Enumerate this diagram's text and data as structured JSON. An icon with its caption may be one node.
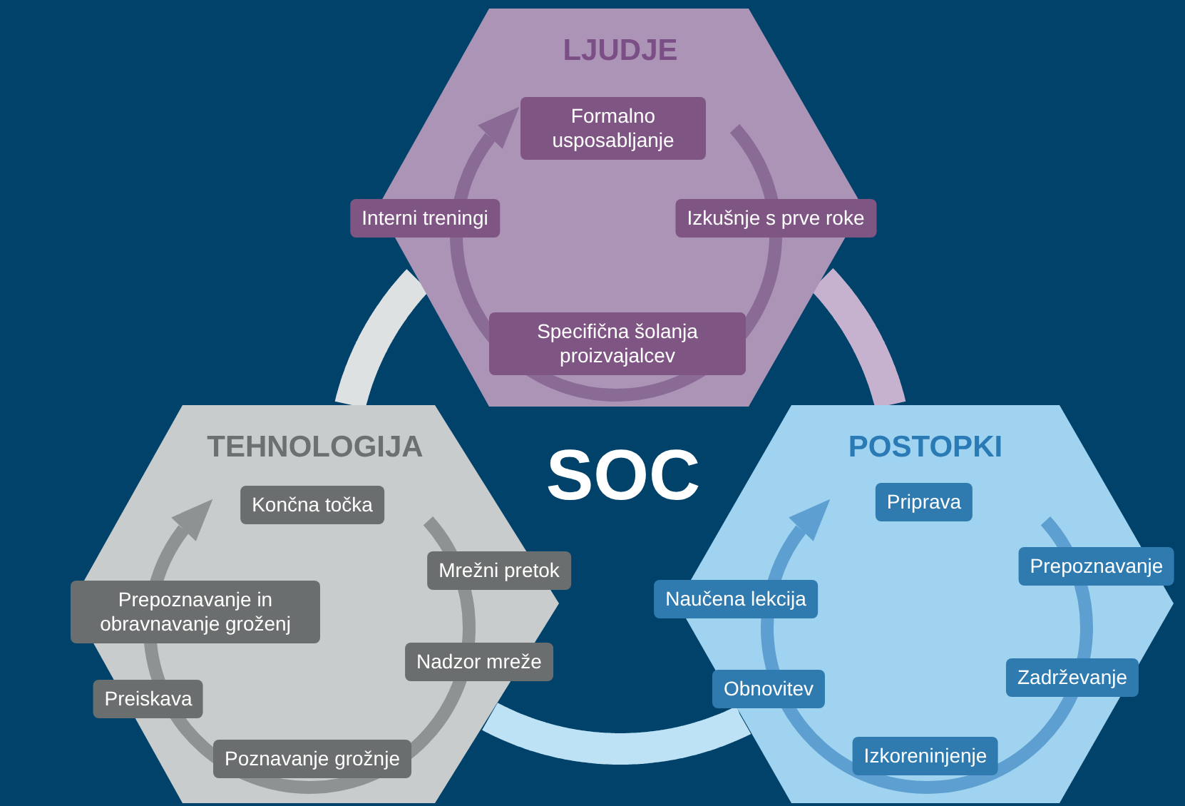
{
  "diagram": {
    "nodes": [
      {
        "text": [
          "LJUDJE"
        ]
      },
      {
        "text": [
          "Formalno usposabljanje"
        ],
        "in": 0
      },
      {
        "text": [
          "Interni treningi"
        ],
        "in": 0
      },
      {
        "text": [
          "Izkušnje s prve roke"
        ],
        "in": 0
      },
      {
        "text": [
          "Specifična šolanja proizvajalcev"
        ],
        "in": 0
      },
      {
        "text": [
          "TEHNOLOGIJA"
        ]
      },
      {
        "text": [
          "Končna točka"
        ],
        "in": 5
      },
      {
        "text": [
          "Mrežni pretok"
        ],
        "in": 5
      },
      {
        "text": [
          "Prepoznavanje in obravnavanje groženj"
        ],
        "in": 5
      },
      {
        "text": [
          "Nadzor mreže"
        ],
        "in": 5
      },
      {
        "text": [
          "Preiskava"
        ],
        "in": 5
      },
      {
        "text": [
          "Poznavanje grožnje"
        ],
        "in": 5
      },
      {
        "text": [
          "POSTOPKI"
        ]
      },
      {
        "text": [
          "Priprava"
        ],
        "in": 12
      },
      {
        "text": [
          "Prepoznavanje"
        ],
        "in": 12
      },
      {
        "text": [
          "Naučena lekcija"
        ],
        "in": 12
      },
      {
        "text": [
          "Zadrževanje"
        ],
        "in": 12
      },
      {
        "text": [
          "Obnovitev"
        ],
        "in": 12
      },
      {
        "text": [
          "Izkoreninjenje"
        ],
        "in": 12
      }
    ],
    "edges": [
      {
        "from": 0,
        "to": 5,
        "arrow": "none",
        "color": "#dde1e2"
      },
      {
        "from": 0,
        "to": 12,
        "arrow": "none",
        "color": "#c6b2cf"
      },
      {
        "from": 5,
        "to": 12,
        "arrow": "none",
        "color": "#bde2f5"
      }
    ],
    "labels": [
      "SOC"
    ]
  }
}
